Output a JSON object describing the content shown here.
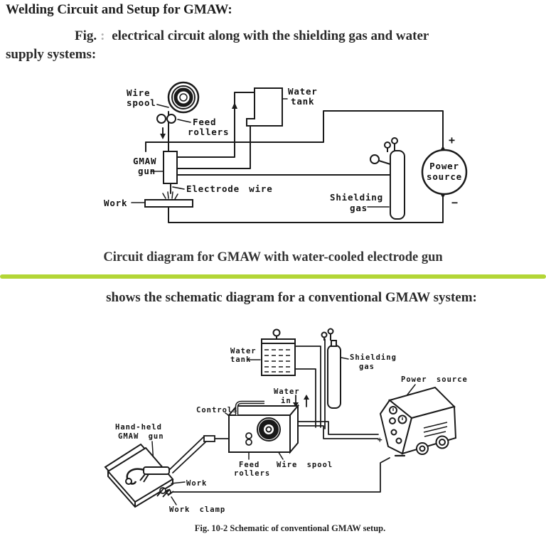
{
  "page": {
    "heading1": "Welding Circuit and Setup for GMAW:",
    "fig_label": "Fig.",
    "fig_redacted": ":",
    "intro_line1": "electrical circuit along with the shielding gas and water",
    "intro_line2": "supply systems:",
    "caption1": "Circuit diagram for GMAW with water-cooled electrode gun",
    "heading2": "shows the schematic diagram for a conventional GMAW system:",
    "caption2": "Fig. 10-2  Schematic of conventional GMAW setup.",
    "divider_color": "#b3d636",
    "line_color": "#1a1a1a"
  },
  "diagram1": {
    "labels": {
      "wire_spool_1": "Wire",
      "wire_spool_2": "spool",
      "feed_rollers_1": "Feed",
      "feed_rollers_2": "rollers",
      "gmaw_gun_1": "GMAW",
      "gmaw_gun_2": "gun",
      "electrode_wire": "Electrode wire",
      "work": "Work",
      "water_tank_1": "Water",
      "water_tank_2": "tank",
      "shielding_gas_1": "Shielding",
      "shielding_gas_2": "gas",
      "power_source_1": "Power",
      "power_source_2": "source",
      "plus": "+",
      "minus": "−"
    }
  },
  "diagram2": {
    "labels": {
      "water_tank_1": "Water",
      "water_tank_2": "tank",
      "shielding_gas_1": "Shielding",
      "shielding_gas_2": "gas",
      "power_source": "Power source",
      "water_in_1": "Water",
      "water_in_2": "in",
      "controls": "Controls",
      "handheld_1": "Hand-held",
      "handheld_2": "GMAW gun",
      "feed_rollers_1": "Feed",
      "feed_rollers_2": "rollers",
      "wire_spool": "Wire spool",
      "work": "Work",
      "work_clamp": "Work clamp",
      "plus": "+",
      "minus": "−"
    }
  }
}
